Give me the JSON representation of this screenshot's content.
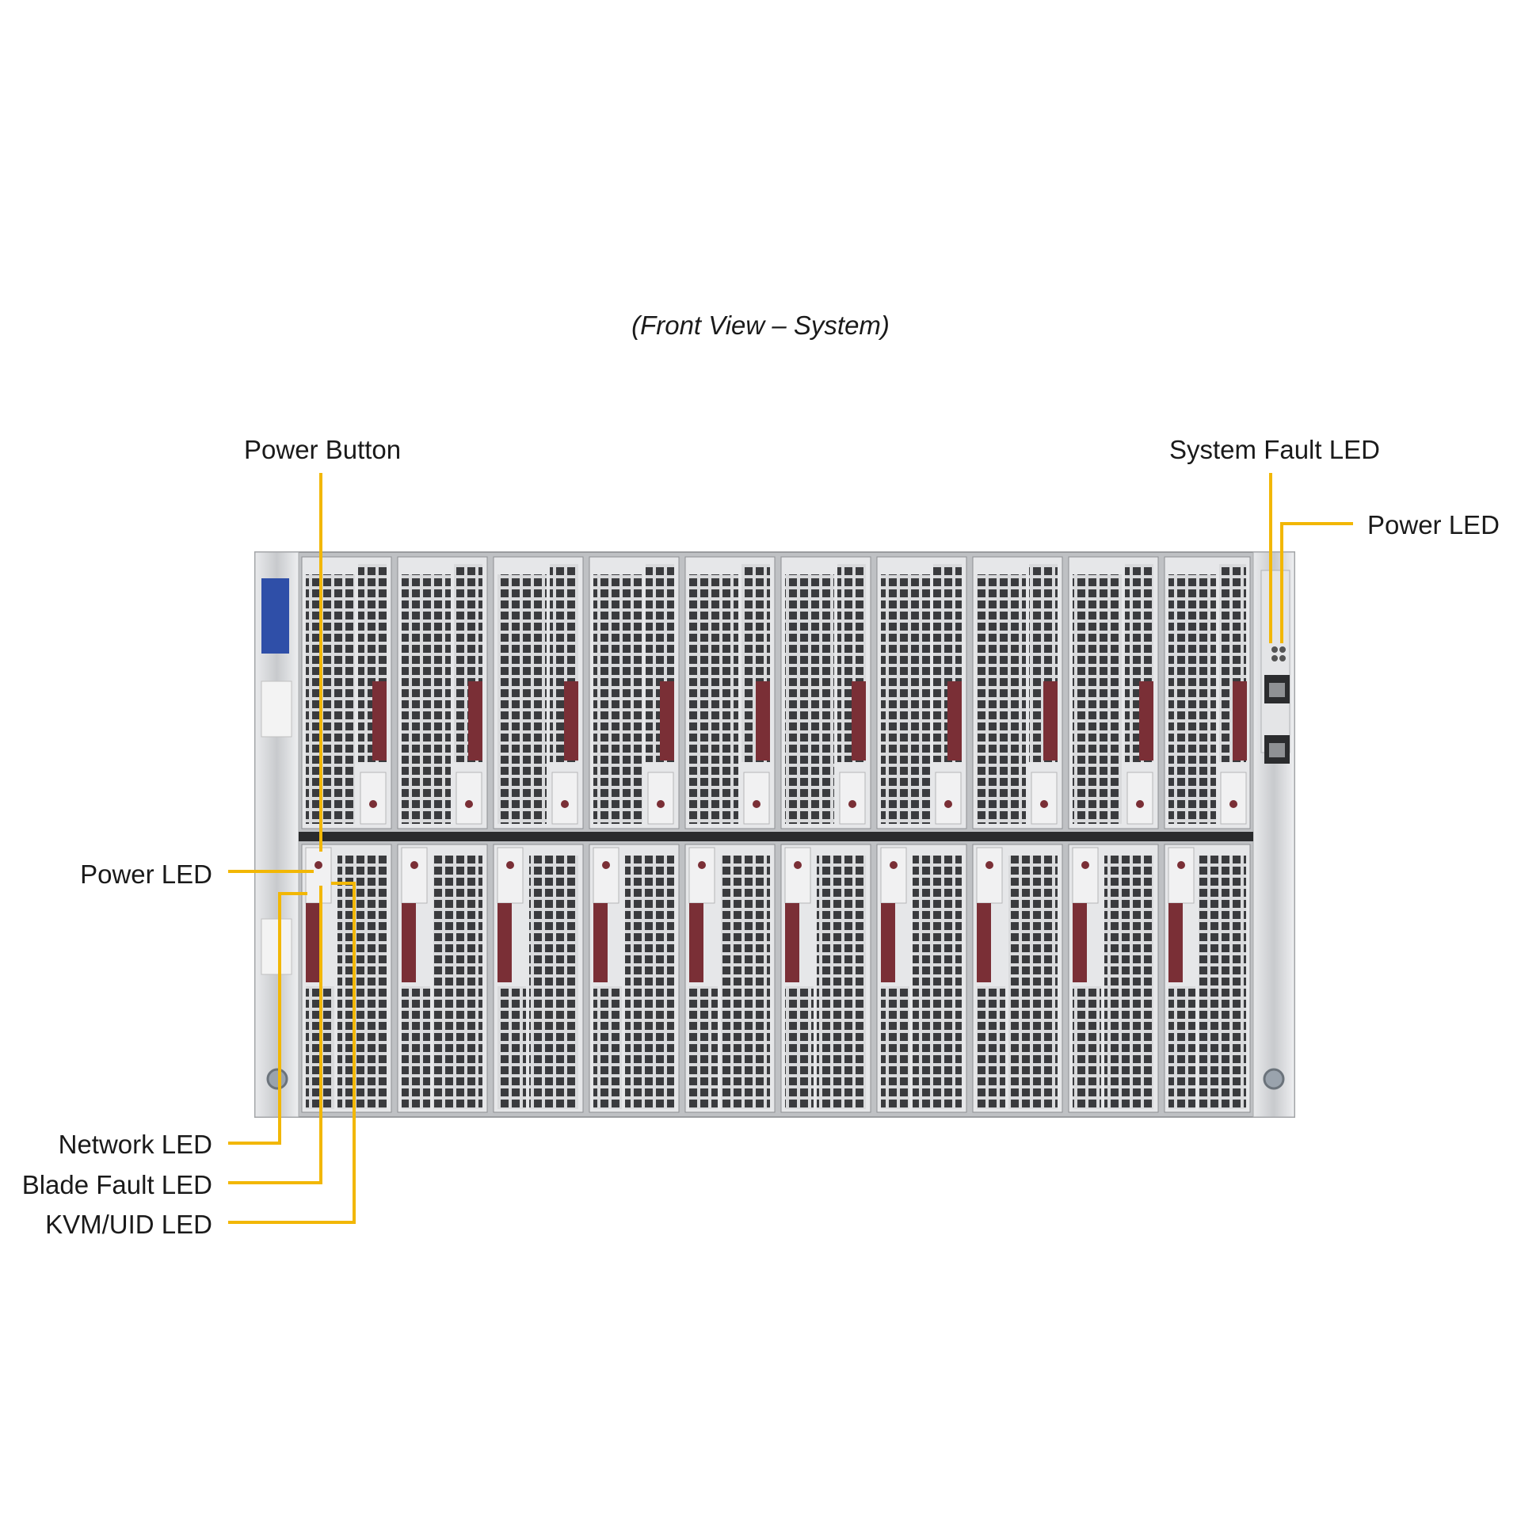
{
  "caption": "(Front View – System)",
  "callouts": {
    "power_button": "Power Button",
    "system_fault_led": "System Fault LED",
    "power_led_right": "Power LED",
    "power_led_left": "Power LED",
    "network_led": "Network LED",
    "blade_fault_led": "Blade Fault LED",
    "kvm_uid_led": "KVM/UID LED"
  },
  "colors": {
    "callout_line": "#f2b705",
    "chassis": "#c9cbce",
    "blade_face": "#e6e7e9",
    "vent": "#3a3b3e",
    "latch": "#7a2f36",
    "label_plate": "#2f4fa8"
  },
  "layout": {
    "blade_rows": 2,
    "blades_per_row": 10
  }
}
